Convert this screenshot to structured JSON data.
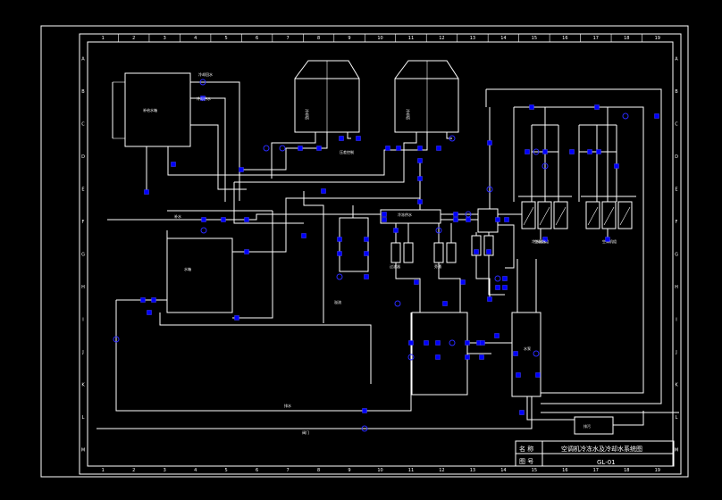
{
  "drawing": {
    "title": "空调机冷冻水及冷却水系统图",
    "name_label": "名  称",
    "number_label": "图  号",
    "number": "GL-01"
  },
  "border": {
    "columns": [
      "1",
      "2",
      "3",
      "4",
      "5",
      "6",
      "7",
      "8",
      "9",
      "10",
      "11",
      "12",
      "13",
      "14",
      "15",
      "16",
      "17",
      "18",
      "19"
    ],
    "rows": [
      "A",
      "B",
      "C",
      "D",
      "E",
      "F",
      "G",
      "H",
      "I",
      "J",
      "K",
      "L",
      "M"
    ]
  },
  "equipment": {
    "cooling_tower_1": "冷却塔",
    "cooling_tower_2": "冷却塔",
    "makeup_tank": "补给水箱",
    "storage_tank": "水箱",
    "pump_group": "水泵",
    "sewer": "排污",
    "ahu_1": "空调机组",
    "ahu_2": "空调机组"
  },
  "labels": {
    "return_water": "冷却回水",
    "supply_water": "冷却供水",
    "makeup": "补水",
    "drain": "排水",
    "valve": "阀门",
    "overflow": "溢流",
    "chilled_supply": "冷冻供水",
    "chilled_return": "冷冻回水",
    "filter": "过滤器",
    "bypass": "旁通",
    "pressure": "压差控制"
  },
  "colors": {
    "background": "#000000",
    "line": "#ffffff",
    "component": "#0000ff"
  }
}
